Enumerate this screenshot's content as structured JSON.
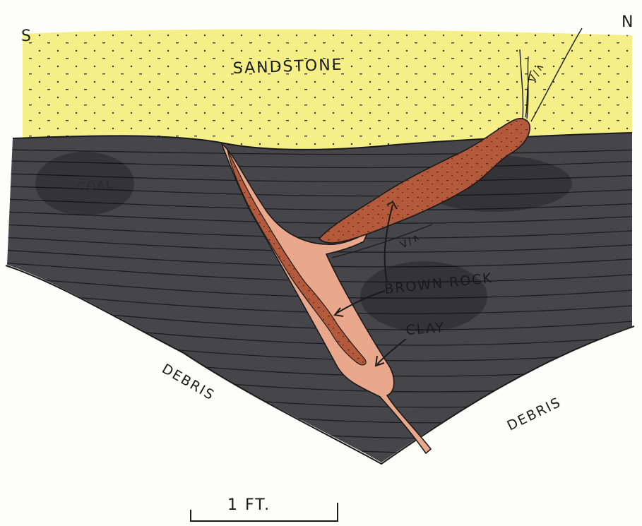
{
  "compass": {
    "south": "S",
    "north": "N"
  },
  "labels": {
    "sandstone": "SANDSTONE",
    "coal": "COAL",
    "brown_rock": "BROWN ROCK",
    "clay": "CLAY",
    "debris_left": "DEBRIS",
    "debris_right": "DEBRIS",
    "fault_motion_upper": "V/∧",
    "fault_motion_lower": "V/∧"
  },
  "scale_bar": {
    "label": "1 FT."
  },
  "colors": {
    "sandstone": "#f4ef86",
    "coal": "#46464a",
    "brown_rock": "#b35a3c",
    "clay": "#e9a88b",
    "paper": "#fdfdf9",
    "ink": "#1a1a1a"
  }
}
